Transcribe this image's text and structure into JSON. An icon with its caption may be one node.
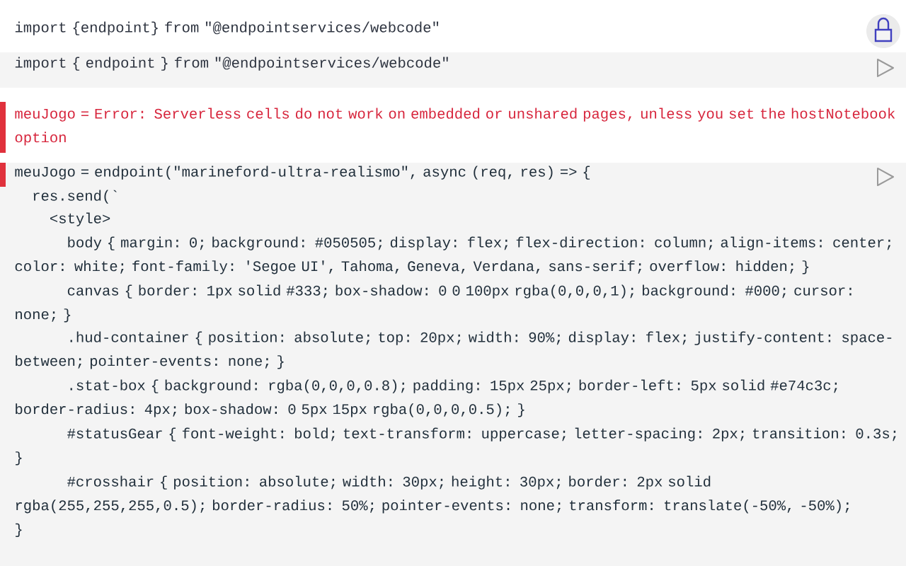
{
  "diagram": {
    "labels": [
      "import {endpoint} from \"@endpointservices/webcode\"",
      "import { endpoint } from \"@endpointservices/webcode\"",
      "meuJogo = Error: Serverless cells do not work on embedded or unshared pages, unless you set the hostNotebook option",
      "meuJogo = endpoint(\"marineford-ultra-realismo\", async (req, res) => {",
      "res.send(`",
      "<style>",
      "body { margin: 0; background: #050505; display: flex; flex-direction: column; align-items: center; color: white; font-family: 'Segoe UI', Tahoma, Geneva, Verdana, sans-serif; overflow: hidden; }",
      "canvas { border: 1px solid #333; box-shadow: 0 0 100px rgba(0,0,0,1); background: #000; cursor: none; }",
      ".hud-container { position: absolute; top: 20px; width: 90%; display: flex; justify-content: space-between; pointer-events: none; }",
      ".stat-box { background: rgba(0,0,0,0.8); padding: 15px 25px; border-left: 5px solid #e74c3c; border-radius: 4px; box-shadow: 0 5px 15px rgba(0,0,0,0.5); }",
      "#statusGear { font-weight: bold; text-transform: uppercase; letter-spacing: 2px; transition: 0.3s; }",
      "#crosshair { position: absolute; width: 30px; height: 30px; border: 2px solid rgba(255,255,255,0.5); border-radius: 50%; pointer-events: none; transform: translate(-50%, -50%); }"
    ]
  }
}
